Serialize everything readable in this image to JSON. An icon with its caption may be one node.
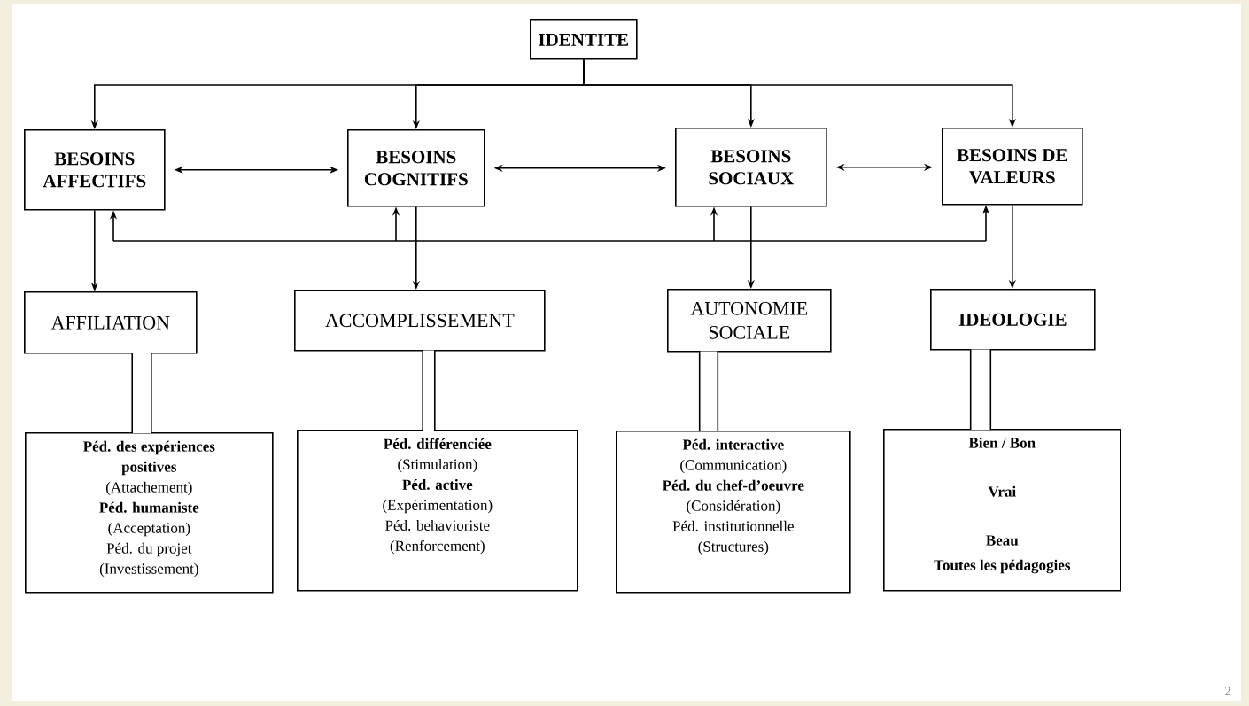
{
  "diagram": {
    "nodes": [
      {
        "text": [
          "IDENTITE"
        ]
      },
      {
        "text": [
          "BESOINS AFFECTIFS"
        ]
      },
      {
        "text": [
          "BESOINS COGNITIFS"
        ]
      },
      {
        "text": [
          "BESOINS SOCIAUX"
        ]
      },
      {
        "text": [
          "BESOINS DE VALEURS"
        ]
      },
      {
        "text": [
          "AFFILIATION"
        ]
      },
      {
        "text": [
          "ACCOMPLISSEMENT"
        ]
      },
      {
        "text": [
          "AUTONOMIE SOCIALE"
        ]
      },
      {
        "text": [
          "IDEOLOGIE"
        ]
      },
      {
        "text": [
          "Péd. des expériences positives",
          "(Attachement)",
          "Péd. humaniste",
          "(Acceptation)",
          "Péd. du projet",
          "(Investissement)"
        ]
      },
      {
        "text": [
          "Péd. différenciée",
          "(Stimulation)",
          "Péd. active",
          "(Expérimentation)",
          "Péd. behavioriste",
          "(Renforcement)"
        ]
      },
      {
        "text": [
          "Péd. interactive",
          "(Communication)",
          "Péd. du chef-d’oeuvre",
          "(Considération)",
          "Péd. institutionnelle",
          "(Structures)"
        ]
      },
      {
        "text": [
          "Bien / Bon",
          "Vrai",
          "Beau",
          "Toutes les pédagogies"
        ]
      }
    ],
    "edges": [
      {
        "from": 0,
        "to": 1,
        "arrow": "to"
      },
      {
        "from": 0,
        "to": 2,
        "arrow": "to"
      },
      {
        "from": 0,
        "to": 3,
        "arrow": "to"
      },
      {
        "from": 0,
        "to": 4,
        "arrow": "to"
      },
      {
        "from": 1,
        "to": 2,
        "arrow": "both"
      },
      {
        "from": 2,
        "to": 3,
        "arrow": "both"
      },
      {
        "from": 3,
        "to": 4,
        "arrow": "both"
      },
      {
        "from": null,
        "to": 1,
        "arrow": "to"
      },
      {
        "from": null,
        "to": 2,
        "arrow": "to"
      },
      {
        "from": null,
        "to": 3,
        "arrow": "to"
      },
      {
        "from": null,
        "to": 4,
        "arrow": "to"
      },
      {
        "from": 1,
        "to": 5,
        "arrow": "to"
      },
      {
        "from": 2,
        "to": 6,
        "arrow": "to"
      },
      {
        "from": 3,
        "to": 7,
        "arrow": "to"
      },
      {
        "from": 4,
        "to": 8,
        "arrow": "to"
      },
      {
        "from": 5,
        "to": 9,
        "arrow": "none",
        "style": "thick"
      },
      {
        "from": 6,
        "to": 10,
        "arrow": "none",
        "style": "thick"
      },
      {
        "from": 7,
        "to": 11,
        "arrow": "none",
        "style": "thick"
      },
      {
        "from": 8,
        "to": 12,
        "arrow": "none",
        "style": "thick"
      }
    ],
    "labels": [
      "2"
    ]
  }
}
